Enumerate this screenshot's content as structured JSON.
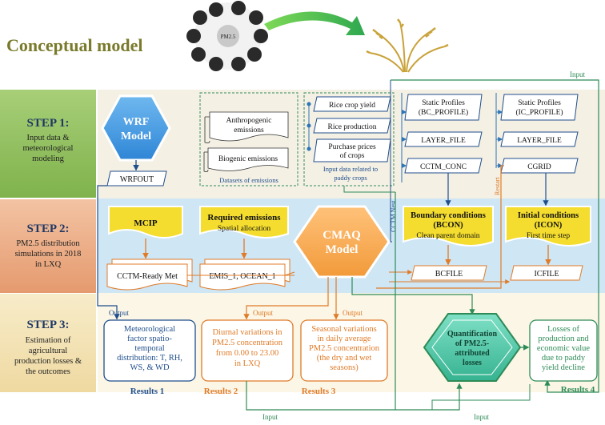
{
  "title": "Conceptual model",
  "center_icon_label": "PM2.5",
  "steps": [
    {
      "heading": "STEP 1:",
      "desc": [
        "Input data &",
        "meteorological",
        "modeling"
      ]
    },
    {
      "heading": "STEP 2:",
      "desc": [
        "PM2.5 distribution",
        "simulations in 2018",
        "in LXQ"
      ]
    },
    {
      "heading": "STEP 3:",
      "desc": [
        "Estimation of",
        "agricultural",
        "production losses &",
        "the outcomes"
      ]
    }
  ],
  "wrf": {
    "line1": "WRF",
    "line2": "Model"
  },
  "wrfout": "WRFOUT",
  "emissions": {
    "anthropogenic": [
      "Anthropogenic",
      "emissions"
    ],
    "biogenic": "Biogenic emissions",
    "caption": "Datasets of emissions"
  },
  "crops": {
    "items": [
      "Rice crop yield",
      "Rice production",
      [
        "Purchase prices",
        "of crops"
      ]
    ],
    "caption": [
      "Input data related to",
      "paddy crops"
    ]
  },
  "bc_stack": {
    "profile": [
      "Static Profiles",
      "(BC_PROFILE)"
    ],
    "layer": "LAYER_FILE",
    "conc": "CCTM_CONC"
  },
  "ic_stack": {
    "profile": [
      "Static Profiles",
      "(IC_PROFILE)"
    ],
    "layer": "LAYER_FILE",
    "grid": "CGRID"
  },
  "mcip": {
    "title": "MCIP",
    "output": "CCTM-Ready Met"
  },
  "emis_req": {
    "title": "Required emissions",
    "sub": "Spatial allocation",
    "output": "EMIS_1, OCEAN_1"
  },
  "cmaq": {
    "line1": "CMAQ",
    "line2": "Model"
  },
  "bcon": {
    "title": [
      "Boundary conditions",
      "(BCON)"
    ],
    "sub": "Clean parent domain",
    "output": "BCFILE"
  },
  "icon": {
    "title": [
      "Initial conditions",
      "(ICON)"
    ],
    "sub": "First time step",
    "output": "ICFILE"
  },
  "side_labels": {
    "nest": "CCTM Nest",
    "restart": "Restart"
  },
  "results": [
    {
      "text": [
        "Meteorological",
        "factor spatio-",
        "temporal",
        "distribution: T, RH,",
        "WS, & WD"
      ],
      "label": "Results 1"
    },
    {
      "text": [
        "Diurnal variations in",
        "PM2.5 concentration",
        "from 0.00 to 23.00",
        "in LXQ"
      ],
      "label": "Results 2"
    },
    {
      "text": [
        "Seasonal variations",
        "in daily average",
        "PM2.5 concentration",
        "(the dry and wet",
        "seasons)"
      ],
      "label": "Results 3"
    },
    {
      "text": [
        "Losses of",
        "production and",
        "economic value",
        "due to paddy",
        "yield decline"
      ],
      "label": "Results 4"
    }
  ],
  "quant": [
    "Quantification",
    "of PM2.5-",
    "attributed",
    "losses"
  ],
  "flow_labels": {
    "output": "Output",
    "input": "Input"
  },
  "colors": {
    "title": "#7a7a2c",
    "step1": "#8fbf5a",
    "step2": "#e8a77e",
    "step3": "#f2e3b4",
    "navy": "#1f4e8c",
    "orange": "#e07b28",
    "green": "#2e8b57",
    "teal": "#4fc9a8",
    "yellow": "#f4dd2e",
    "blue": "#2e75b6"
  }
}
